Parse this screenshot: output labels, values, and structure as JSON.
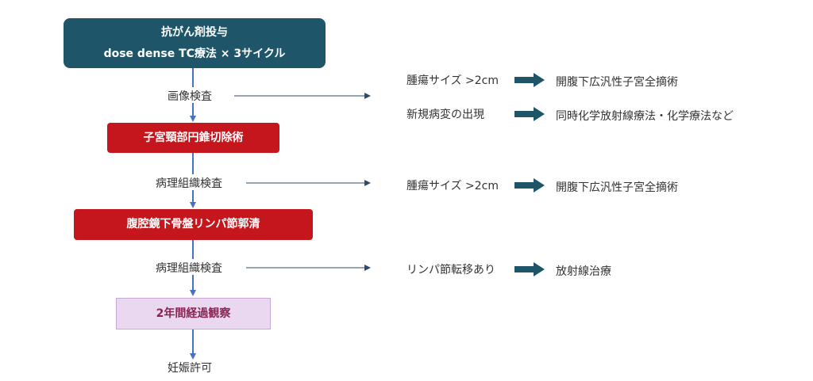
{
  "colors": {
    "teal": "#1f5568",
    "red": "#c5161d",
    "lilac": "#ead7f0",
    "lilac_text": "#8a2552",
    "connector": "#4472c4",
    "thin_arrow": "#2c4a6a",
    "bold_arrow": "#1f5568"
  },
  "flow": {
    "start_box": {
      "line1": "抗がん剤投与",
      "line2": "dose dense TC療法 × 3サイクル"
    },
    "exam1": "画像検査",
    "cone_box": "子宮頸部円錐切除術",
    "exam2": "病理組織検査",
    "lymph_box": "腹腔鏡下骨盤リンパ節郭清",
    "exam3": "病理組織検査",
    "observe_box": "2年間経過観察",
    "end": "妊娠許可"
  },
  "branches": [
    {
      "condition": "腫瘍サイズ >2cm",
      "outcome": "開腹下広汎性子宮全摘術"
    },
    {
      "condition": "新規病変の出現",
      "outcome": "同時化学放射線療法・化学療法など"
    },
    {
      "condition": "腫瘍サイズ >2cm",
      "outcome": "開腹下広汎性子宮全摘術"
    },
    {
      "condition": "リンパ節転移あり",
      "outcome": "放射線治療"
    }
  ]
}
